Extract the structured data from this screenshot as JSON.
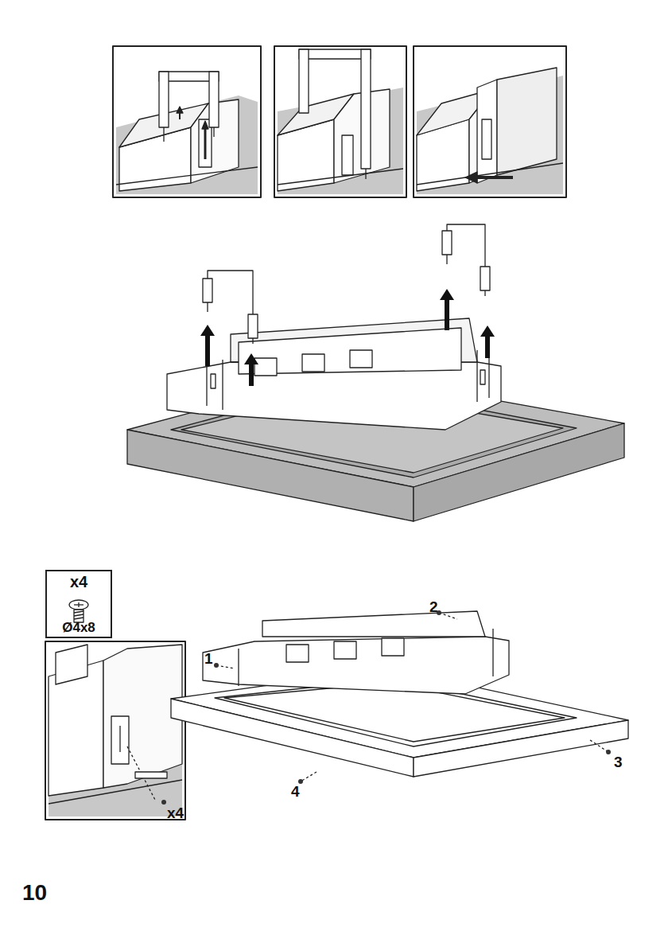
{
  "diagram": {
    "nodes": [
      {
        "text": [
          "x4",
          "Ø4x8"
        ]
      }
    ],
    "labels": [
      "x4",
      "1",
      "2",
      "3",
      "4",
      "10"
    ]
  }
}
